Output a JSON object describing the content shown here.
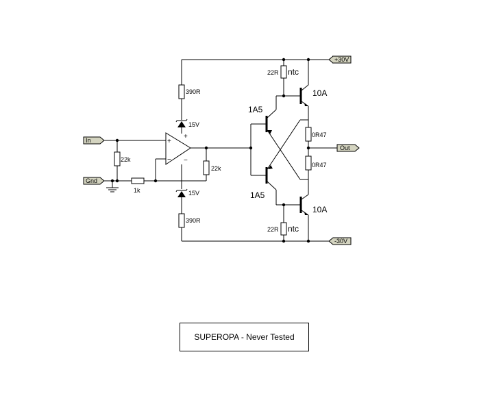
{
  "title": "SUPEROPA - Never Tested",
  "ports": {
    "in": "In",
    "gnd": "Gnd",
    "out": "Out",
    "vpos": "+30V",
    "vneg": "-30V"
  },
  "components": {
    "r_top_390": "390R",
    "r_bot_390": "390R",
    "zener_top": "15V",
    "zener_bot": "15V",
    "r_in_22k": "22k",
    "r_fb_1k": "1k",
    "r_fb_22k": "22k",
    "r_22_top": "22R",
    "r_22_bot": "22R",
    "ntc_top": "ntc",
    "ntc_bot": "ntc",
    "re_top": "0R47",
    "re_bot": "0R47",
    "q_drv_top": "1A5",
    "q_drv_bot": "1A5",
    "q_out_top": "10A",
    "q_out_bot": "10A",
    "opamp_plus": "+",
    "opamp_minus": "−",
    "rail_plus": "+",
    "rail_minus": "−"
  }
}
